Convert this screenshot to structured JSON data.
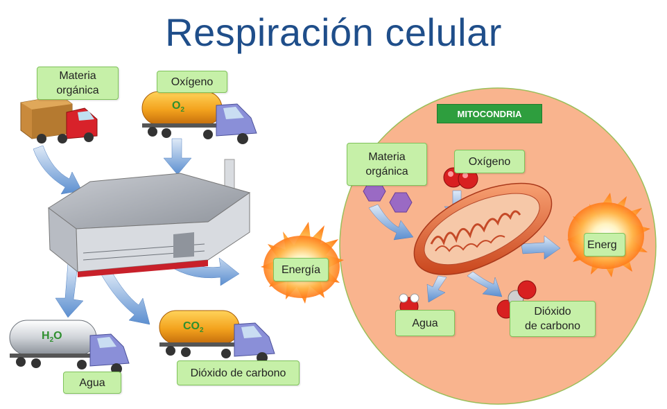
{
  "title": "Respiración celular",
  "mitochondria": {
    "badge": "MITOCONDRIA",
    "labels": {
      "organic_matter": "Materia orgánica",
      "oxygen": "Oxígeno",
      "energy": "Energ",
      "water": "Agua",
      "co2_line1": "Dióxido",
      "co2_line2": "de carbono"
    }
  },
  "factory": {
    "labels": {
      "organic_matter": "Materia orgánica",
      "oxygen": "Oxígeno",
      "energy": "Energía",
      "water": "Agua",
      "co2": "Dióxido de carbono"
    },
    "formulas": {
      "o2": {
        "base": "O",
        "sub": "2"
      },
      "h2o": {
        "base1": "H",
        "sub": "2",
        "base2": "O"
      },
      "co2": {
        "base": "CO",
        "sub": "2"
      }
    }
  },
  "colors": {
    "title": "#1f4e8a",
    "label_bg": "#c6f0a8",
    "cell": "#f9b48e",
    "arrow": "#6f9fd6",
    "badge": "#2e9e3e",
    "mito": "#e9683a"
  }
}
